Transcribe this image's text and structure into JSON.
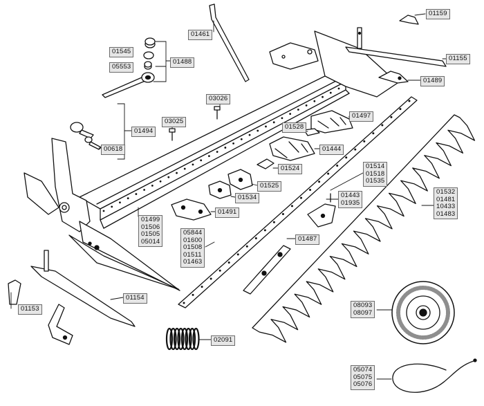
{
  "parts": {
    "p01159": "01159",
    "p01461": "01461",
    "p01545": "01545",
    "p05553": "05553",
    "p01488": "01488",
    "p01155": "01155",
    "p01489": "01489",
    "p03026": "03026",
    "p01497": "01497",
    "p03025": "03025",
    "p01494": "01494",
    "p01528": "01528",
    "p00618": "00618",
    "p01444": "01444",
    "p01524": "01524",
    "g01514": [
      "01514",
      "01518",
      "01535"
    ],
    "p01525": "01525",
    "p01534": "01534",
    "g01443": [
      "01443",
      "01935"
    ],
    "g01532": [
      "01532",
      "01481",
      "10433",
      "01483"
    ],
    "p01491": "01491",
    "g01499": [
      "01499",
      "01506",
      "01505",
      "05014"
    ],
    "g05844": [
      "05844",
      "01600",
      "01508",
      "01511",
      "01463"
    ],
    "p01487": "01487",
    "p01154": "01154",
    "p01153": "01153",
    "g08093": [
      "08093",
      "08097"
    ],
    "p02091": "02091",
    "g05074": [
      "05074",
      "05075",
      "05076"
    ]
  }
}
